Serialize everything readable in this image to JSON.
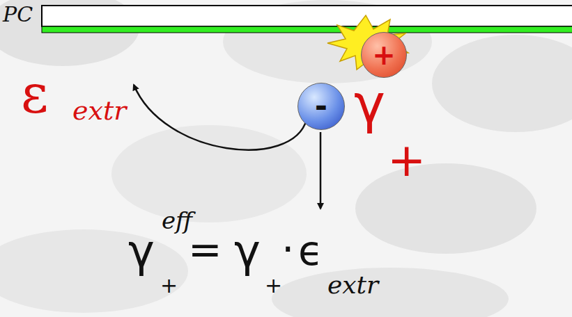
{
  "diagram": {
    "nodes": [
      {
        "text": [
          "+"
        ]
      },
      {
        "text": [
          "-"
        ]
      }
    ],
    "labels": [
      "PC",
      "ε",
      "extr",
      "γ",
      "+",
      "γ",
      "eff",
      "+",
      "=",
      "γ",
      "+",
      "·",
      "ϵ",
      "extr"
    ]
  }
}
